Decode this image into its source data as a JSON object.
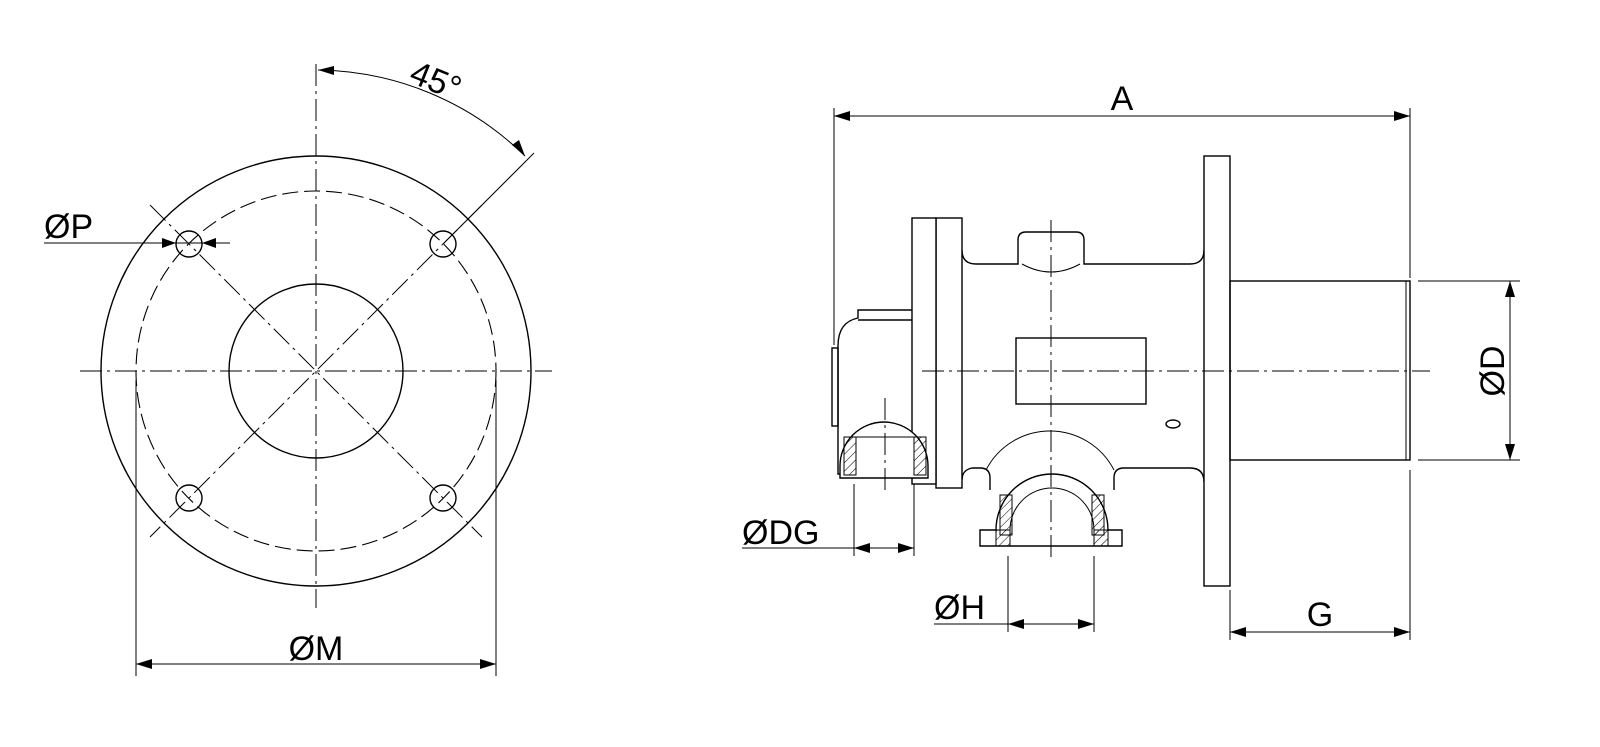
{
  "front_view": {
    "angle_label": "45°",
    "hole_diameter_label": "ØP",
    "bolt_circle_label": "ØM"
  },
  "side_view": {
    "length_label": "A",
    "diameter_label": "ØD",
    "inlet_label": "ØDG",
    "outlet_label": "ØH",
    "shaft_length_label": "G"
  },
  "colors": {
    "line": "#000000",
    "background": "#ffffff"
  }
}
